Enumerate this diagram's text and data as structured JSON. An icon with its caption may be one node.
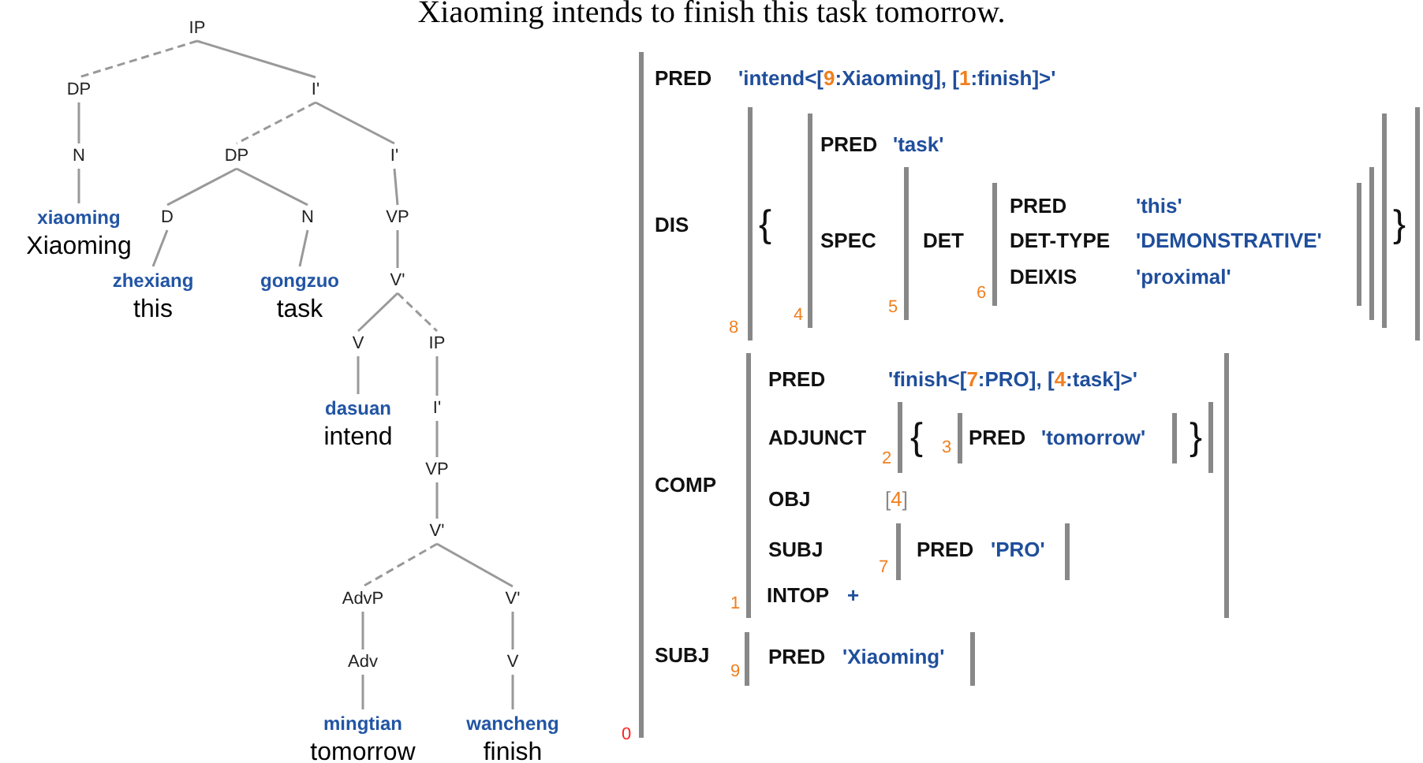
{
  "diagram": {
    "title": "Xiaoming intends to finish this task tomorrow.",
    "nodes": [
      {
        "text": [
          "IP"
        ]
      },
      {
        "text": [
          "DP"
        ]
      },
      {
        "text": [
          "I'"
        ]
      },
      {
        "text": [
          "N"
        ]
      },
      {
        "text": [
          "DP"
        ]
      },
      {
        "text": [
          "I'"
        ]
      },
      {
        "text": [
          "xiaoming",
          "Xiaoming"
        ]
      },
      {
        "text": [
          "D"
        ]
      },
      {
        "text": [
          "N"
        ]
      },
      {
        "text": [
          "VP"
        ]
      },
      {
        "text": [
          "zhexiang",
          "this"
        ]
      },
      {
        "text": [
          "gongzuo",
          "task"
        ]
      },
      {
        "text": [
          "V'"
        ]
      },
      {
        "text": [
          "V"
        ]
      },
      {
        "text": [
          "IP"
        ]
      },
      {
        "text": [
          "dasuan",
          "intend"
        ]
      },
      {
        "text": [
          "I'"
        ]
      },
      {
        "text": [
          "VP"
        ]
      },
      {
        "text": [
          "V'"
        ]
      },
      {
        "text": [
          "AdvP"
        ]
      },
      {
        "text": [
          "V'"
        ]
      },
      {
        "text": [
          "Adv"
        ]
      },
      {
        "text": [
          "V"
        ]
      },
      {
        "text": [
          "mingtian",
          "tomorrow"
        ]
      },
      {
        "text": [
          "wancheng",
          "finish"
        ]
      },
      {
        "text": [
          "PRED",
          "'intend<[9:Xiaoming], [1:finish]>'",
          "DIS",
          "COMP",
          "SUBJ"
        ],
        "beside": [
          "0"
        ]
      },
      {
        "text": [
          "{",
          "}"
        ],
        "beside": [
          "8"
        ],
        "in": 25
      },
      {
        "text": [
          "PRED",
          "'task'",
          "SPEC"
        ],
        "beside": [
          "4"
        ],
        "in": 26
      },
      {
        "text": [
          "DET"
        ],
        "beside": [
          "5"
        ],
        "in": 27
      },
      {
        "text": [
          "PRED",
          "'this'",
          "DET-TYPE",
          "'DEMONSTRATIVE'",
          "DEIXIS",
          "'proximal'"
        ],
        "beside": [
          "6"
        ],
        "in": 28
      },
      {
        "text": [
          "PRED",
          "'finish<[7:PRO], [4:task]>'",
          "ADJUNCT",
          "OBJ",
          "[4]",
          "SUBJ",
          "INTOP",
          "+"
        ],
        "beside": [
          "1"
        ],
        "in": 25
      },
      {
        "text": [
          "{",
          "}"
        ],
        "beside": [
          "2"
        ],
        "in": 30
      },
      {
        "text": [
          "PRED",
          "'tomorrow'"
        ],
        "beside": [
          "3"
        ],
        "in": 31
      },
      {
        "text": [
          "PRED",
          "'PRO'"
        ],
        "beside": [
          "7"
        ],
        "in": 30
      },
      {
        "text": [
          "PRED",
          "'Xiaoming'"
        ],
        "beside": [
          "9"
        ],
        "in": 25
      }
    ],
    "edges": [
      {
        "from": 0,
        "to": 1,
        "arrow": "none",
        "style": "dashed"
      },
      {
        "from": 0,
        "to": 2,
        "arrow": "none"
      },
      {
        "from": 1,
        "to": 3,
        "arrow": "none"
      },
      {
        "from": 2,
        "to": 4,
        "arrow": "none",
        "style": "dashed"
      },
      {
        "from": 2,
        "to": 5,
        "arrow": "none"
      },
      {
        "from": 3,
        "to": 6,
        "arrow": "none"
      },
      {
        "from": 4,
        "to": 7,
        "arrow": "none"
      },
      {
        "from": 4,
        "to": 8,
        "arrow": "none"
      },
      {
        "from": 5,
        "to": 9,
        "arrow": "none"
      },
      {
        "from": 7,
        "to": 10,
        "arrow": "none"
      },
      {
        "from": 8,
        "to": 11,
        "arrow": "none"
      },
      {
        "from": 9,
        "to": 12,
        "arrow": "none"
      },
      {
        "from": 12,
        "to": 13,
        "arrow": "none"
      },
      {
        "from": 12,
        "to": 14,
        "arrow": "none",
        "style": "dashed"
      },
      {
        "from": 13,
        "to": 15,
        "arrow": "none"
      },
      {
        "from": 14,
        "to": 16,
        "arrow": "none"
      },
      {
        "from": 16,
        "to": 17,
        "arrow": "none"
      },
      {
        "from": 17,
        "to": 18,
        "arrow": "none"
      },
      {
        "from": 18,
        "to": 19,
        "arrow": "none",
        "style": "dashed"
      },
      {
        "from": 18,
        "to": 20,
        "arrow": "none"
      },
      {
        "from": 19,
        "to": 21,
        "arrow": "none"
      },
      {
        "from": 20,
        "to": 22,
        "arrow": "none"
      },
      {
        "from": 21,
        "to": 23,
        "arrow": "none"
      },
      {
        "from": 22,
        "to": 24,
        "arrow": "none"
      }
    ]
  }
}
